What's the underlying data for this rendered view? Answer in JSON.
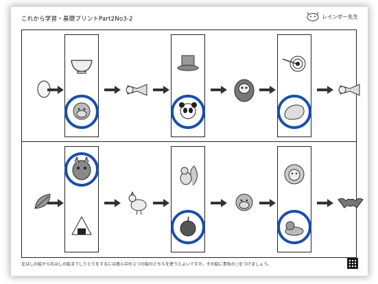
{
  "header": {
    "title": "これから学習・基礎プリントPart2No3-2",
    "brand": "レインボー先生"
  },
  "icons": {
    "row1": [
      "egg-icon",
      "bowl-icon",
      "gorilla-icon",
      "horn-icon",
      "hat-icon",
      "panda-icon",
      "daruma-icon",
      "target-icon",
      "cushion-icon",
      "horn-icon"
    ],
    "row2": [
      "leaf-icon",
      "demon-mask-icon",
      "rice-ball-icon",
      "chicken-icon",
      "squirrel-icon",
      "apple-icon",
      "gorilla-icon",
      "lion-icon",
      "otter-icon",
      "bat-icon"
    ]
  },
  "answer_ring_color": "#1a4fa8",
  "footer": {
    "instruction": "左はしの絵から右はしの絵までしりとりをするには真ん中の２つの絵のどちらを使うとよいですか。その絵に青色の○をつけましょう。"
  }
}
